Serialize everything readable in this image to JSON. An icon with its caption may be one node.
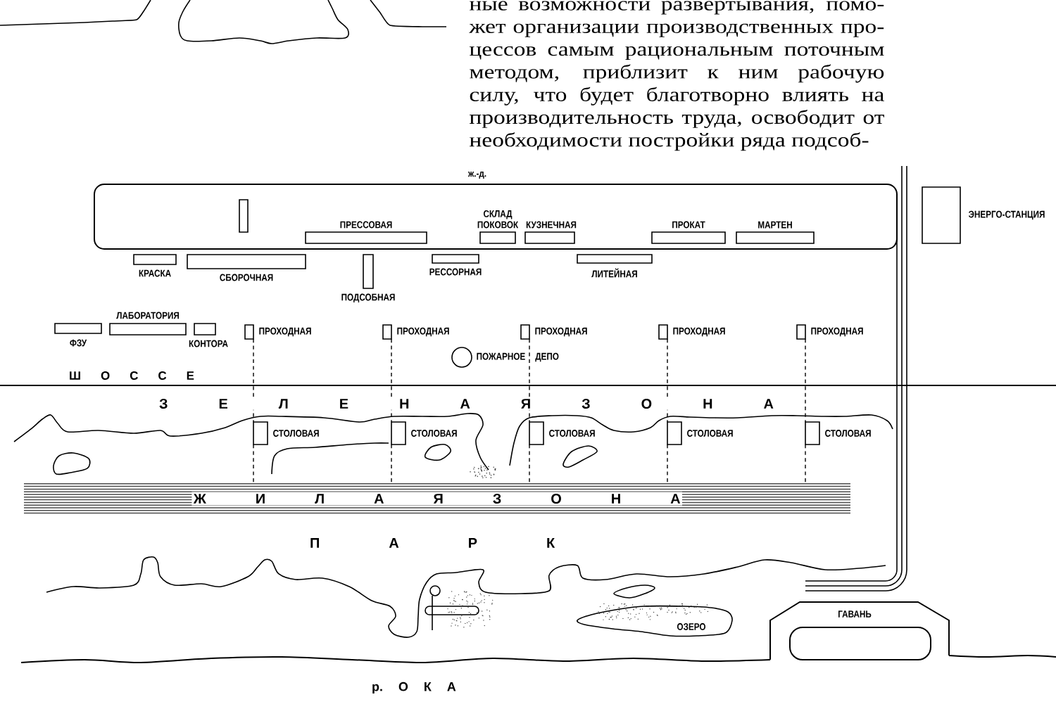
{
  "diagram": {
    "nodes": [
      {
        "text": [],
        "shape": "box"
      },
      {
        "text": [],
        "shape": "box",
        "in": 0
      },
      {
        "text": [
          "ПРЕССОВАЯ"
        ],
        "in": 0
      },
      {
        "text": [
          "СКЛАД ПОКОВОК"
        ],
        "in": 0
      },
      {
        "text": [
          "КУЗНЕЧНАЯ"
        ],
        "in": 0
      },
      {
        "text": [
          "ПРОКАТ"
        ],
        "in": 0
      },
      {
        "text": [
          "МАРТЕН"
        ],
        "in": 0
      },
      {
        "text": [
          "ЭНЕРГО-СТАНЦИЯ"
        ]
      },
      {
        "text": [
          "КРАСКА"
        ]
      },
      {
        "text": [
          "СБОРОЧНАЯ"
        ]
      },
      {
        "text": [
          "ПОДСОБНАЯ"
        ]
      },
      {
        "text": [
          "РЕССОРНАЯ"
        ]
      },
      {
        "text": [
          "ЛИТЕЙНАЯ"
        ]
      },
      {
        "text": [
          "ФЗУ"
        ]
      },
      {
        "text": [
          "ЛАБОРАТОРИЯ"
        ]
      },
      {
        "text": [
          "КОНТОРА"
        ]
      },
      {
        "text": [
          "ПРОХОДНАЯ"
        ]
      },
      {
        "text": [
          "ПРОХОДНАЯ"
        ]
      },
      {
        "text": [
          "ПРОХОДНАЯ"
        ]
      },
      {
        "text": [
          "ПРОХОДНАЯ"
        ]
      },
      {
        "text": [
          "ПРОХОДНАЯ"
        ]
      },
      {
        "text": [
          "ПОЖАРНОЕ ДЕПО"
        ]
      },
      {
        "text": [
          "СТОЛОВАЯ"
        ]
      },
      {
        "text": [
          "СТОЛОВАЯ"
        ]
      },
      {
        "text": [
          "СТОЛОВАЯ"
        ]
      },
      {
        "text": [
          "СТОЛОВАЯ"
        ]
      },
      {
        "text": [
          "СТОЛОВАЯ"
        ]
      },
      {
        "text": [
          "Ж И Л А Я З О Н А"
        ]
      },
      {
        "text": [
          "ОЗЕРО"
        ]
      },
      {
        "text": [
          "ГАВАНЬ"
        ]
      }
    ],
    "edges": [
      {
        "from": 16,
        "to": 22,
        "arrow": "none",
        "style": "dashed"
      },
      {
        "from": 22,
        "to": 27,
        "arrow": "none",
        "style": "dashed"
      },
      {
        "from": 17,
        "to": 23,
        "arrow": "none",
        "style": "dashed"
      },
      {
        "from": 23,
        "to": 27,
        "arrow": "none",
        "style": "dashed"
      },
      {
        "from": 18,
        "to": 24,
        "arrow": "none",
        "style": "dashed"
      },
      {
        "from": 24,
        "to": 27,
        "arrow": "none",
        "style": "dashed"
      },
      {
        "from": 19,
        "to": 25,
        "arrow": "none",
        "style": "dashed"
      },
      {
        "from": 25,
        "to": 27,
        "arrow": "none",
        "style": "dashed"
      },
      {
        "from": 20,
        "to": 26,
        "arrow": "none",
        "style": "dashed"
      },
      {
        "from": 26,
        "to": 27,
        "arrow": "none",
        "style": "dashed"
      }
    ],
    "labels": [
      "ные возможности развертывания, помо- жет организации производственных про- цессов самым рациональным поточным методом, приблизит к ним рабочую силу, что будет благотворно влиять на производительность труда, освободит от необходимости постройки ряда подсоб-",
      "ж.-д.",
      "Ш О С С Е",
      "З Е Л Е Н А Я З О Н А",
      "П А Р К",
      "р. О К А"
    ]
  }
}
